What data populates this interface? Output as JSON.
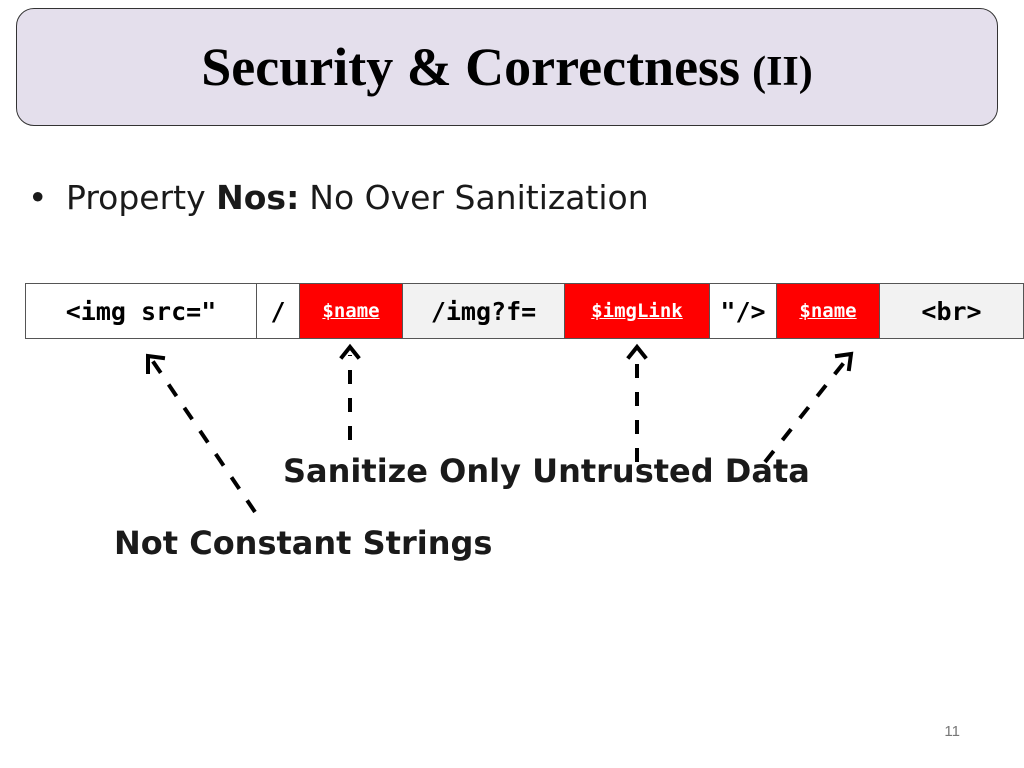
{
  "title": {
    "main": "Security & Correctness",
    "suffix": "(II)"
  },
  "bullet": {
    "symbol": "•",
    "prefix": "Property ",
    "term": "Nos",
    "colon": ":",
    "description": "No Over Sanitization"
  },
  "code_segments": [
    {
      "text": "<img src=\"",
      "kind": "constant"
    },
    {
      "text": "/",
      "kind": "constant"
    },
    {
      "text": "$name",
      "kind": "untrusted"
    },
    {
      "text": "/img?f=",
      "kind": "constant"
    },
    {
      "text": "$imgLink",
      "kind": "untrusted"
    },
    {
      "text": "\"/>",
      "kind": "constant"
    },
    {
      "text": "$name",
      "kind": "untrusted"
    },
    {
      "text": "<br>",
      "kind": "constant"
    }
  ],
  "labels": {
    "untrusted": "Sanitize Only Untrusted Data",
    "constant": "Not Constant Strings"
  },
  "colors": {
    "title_bg": "#e4dfec",
    "untrusted_bg": "#ff0000",
    "untrusted_text": "#ffffff",
    "constant_bg": "#f2f2f2"
  },
  "page_number": "11"
}
